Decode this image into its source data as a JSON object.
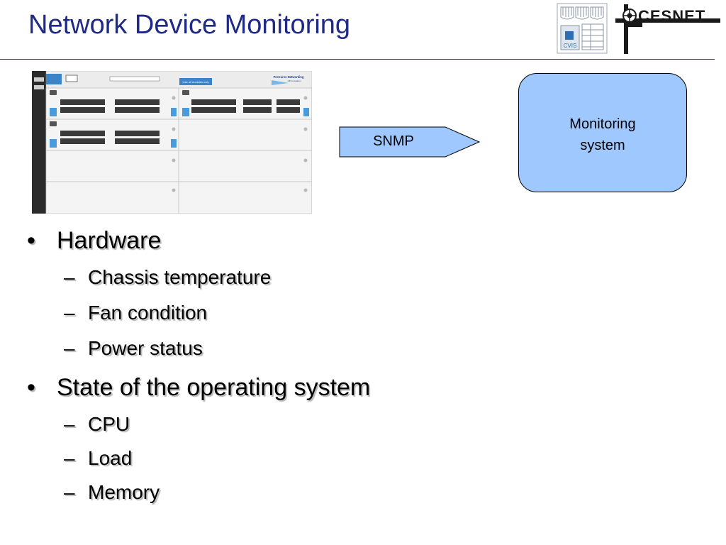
{
  "slide": {
    "title": "Network Device Monitoring"
  },
  "logos": {
    "cvis_text": "CVIS",
    "cesnet_text": "CESNET"
  },
  "switch_panel": {
    "brand_title": "ProCurve Networking",
    "brand_sub": "HP Innovation",
    "status_text": "Use all modules only"
  },
  "diagram": {
    "arrow_label": "SNMP",
    "monitoring_box": {
      "line1": "Monitoring",
      "line2": "system"
    },
    "colors": {
      "box_fill": "#9fc8ff",
      "arrow_fill": "#9fc8ff"
    }
  },
  "bullets": [
    {
      "text": "Hardware",
      "subitems": [
        "Chassis temperature",
        "Fan condition",
        "Power status"
      ]
    },
    {
      "text": "State of the operating system",
      "subitems": [
        "CPU",
        "Load",
        "Memory"
      ]
    }
  ],
  "theme": {
    "title_color": "#1f2a86"
  }
}
